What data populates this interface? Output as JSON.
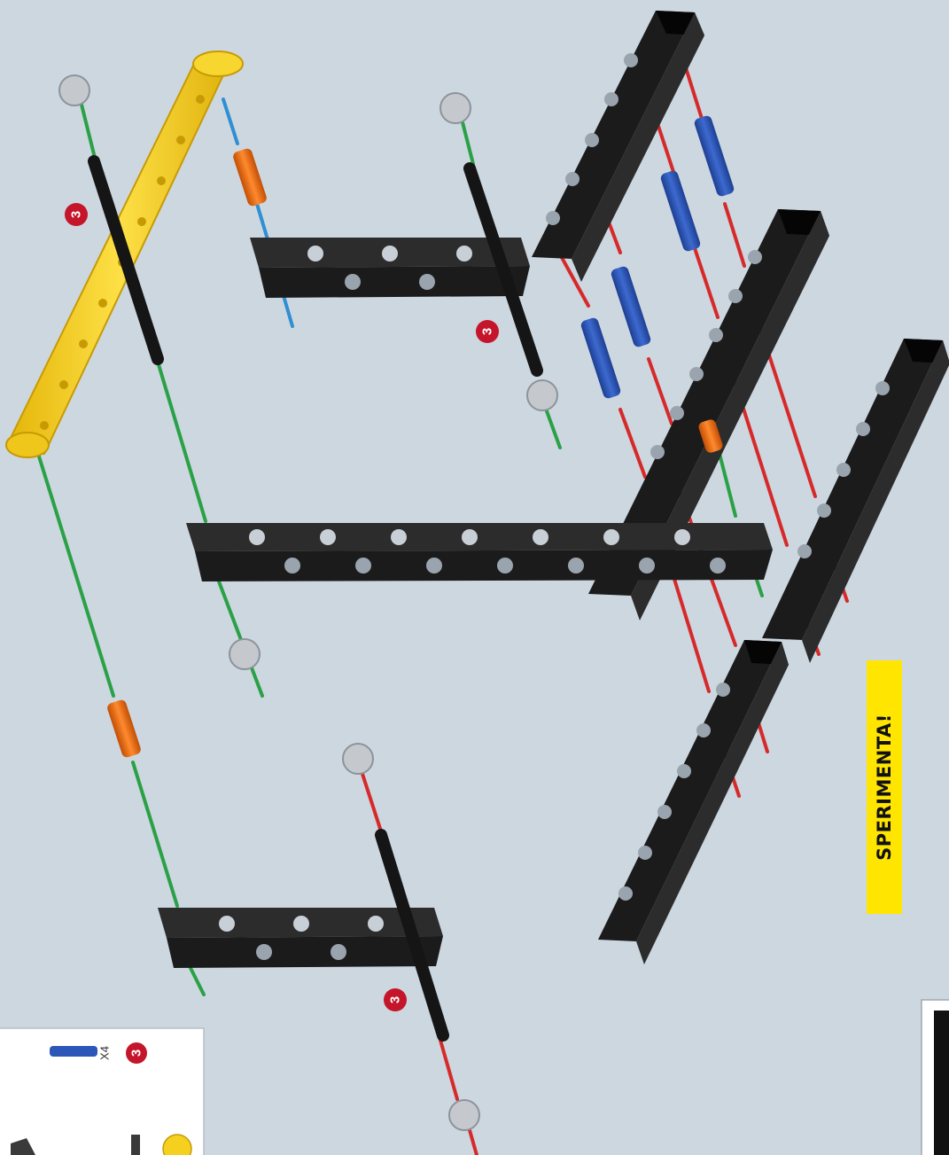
{
  "colors": {
    "background": "#cdd7e0",
    "beam_black": "#1b1b1b",
    "beam_yellow": "#f5d01f",
    "axle_green": "#2aa146",
    "axle_red": "#d62a2a",
    "axle_blue": "#2f8fd0",
    "pin_blue": "#2c56b8",
    "pin_orange": "#ee6a10",
    "bush_grey": "#c5c9ce",
    "badge_red": "#c4152a",
    "tag_yellow": "#ffe500"
  },
  "steps": {
    "count_badge": "3"
  },
  "tag": {
    "label": "SPERIMENTA!"
  },
  "parts_list": {
    "pin_quantity": "X4",
    "count_badge": "3"
  }
}
